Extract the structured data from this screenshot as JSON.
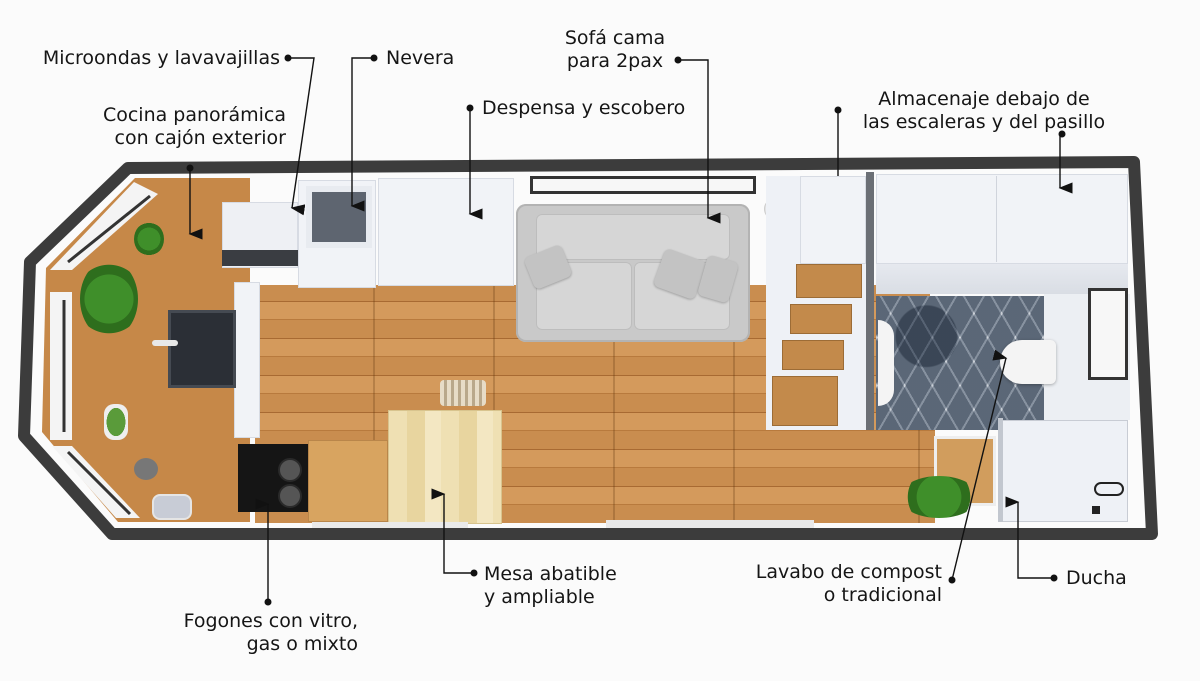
{
  "diagram": {
    "type": "annotated floor plan",
    "subject": "tiny house interior layout (top view)"
  },
  "annotations": [
    {
      "id": "microondas",
      "lines": [
        "Microondas y lavavajillas"
      ]
    },
    {
      "id": "cocina",
      "lines": [
        "Cocina panorámica",
        "con cajón exterior"
      ]
    },
    {
      "id": "nevera",
      "lines": [
        "Nevera"
      ]
    },
    {
      "id": "despensa",
      "lines": [
        "Despensa y escobero"
      ]
    },
    {
      "id": "sofa",
      "lines": [
        "Sofá cama",
        "para 2pax"
      ]
    },
    {
      "id": "almacenaje",
      "lines": [
        "Almacenaje debajo de",
        "las escaleras y del pasillo"
      ]
    },
    {
      "id": "fogones",
      "lines": [
        "Fogones con vitro,",
        "gas o mixto"
      ]
    },
    {
      "id": "mesa",
      "lines": [
        "Mesa abatible",
        "y ampliable"
      ]
    },
    {
      "id": "lavabo",
      "lines": [
        "Lavabo de compost",
        "o tradicional"
      ]
    },
    {
      "id": "ducha",
      "lines": [
        "Ducha"
      ]
    }
  ],
  "colors": {
    "wall": "#3c3c3c",
    "wood_floor": "#c98d4f",
    "cabinet": "#f1f3f7",
    "tile": "#98a2ae",
    "sofa": "#c9c9c9",
    "leader_line": "#111111"
  }
}
